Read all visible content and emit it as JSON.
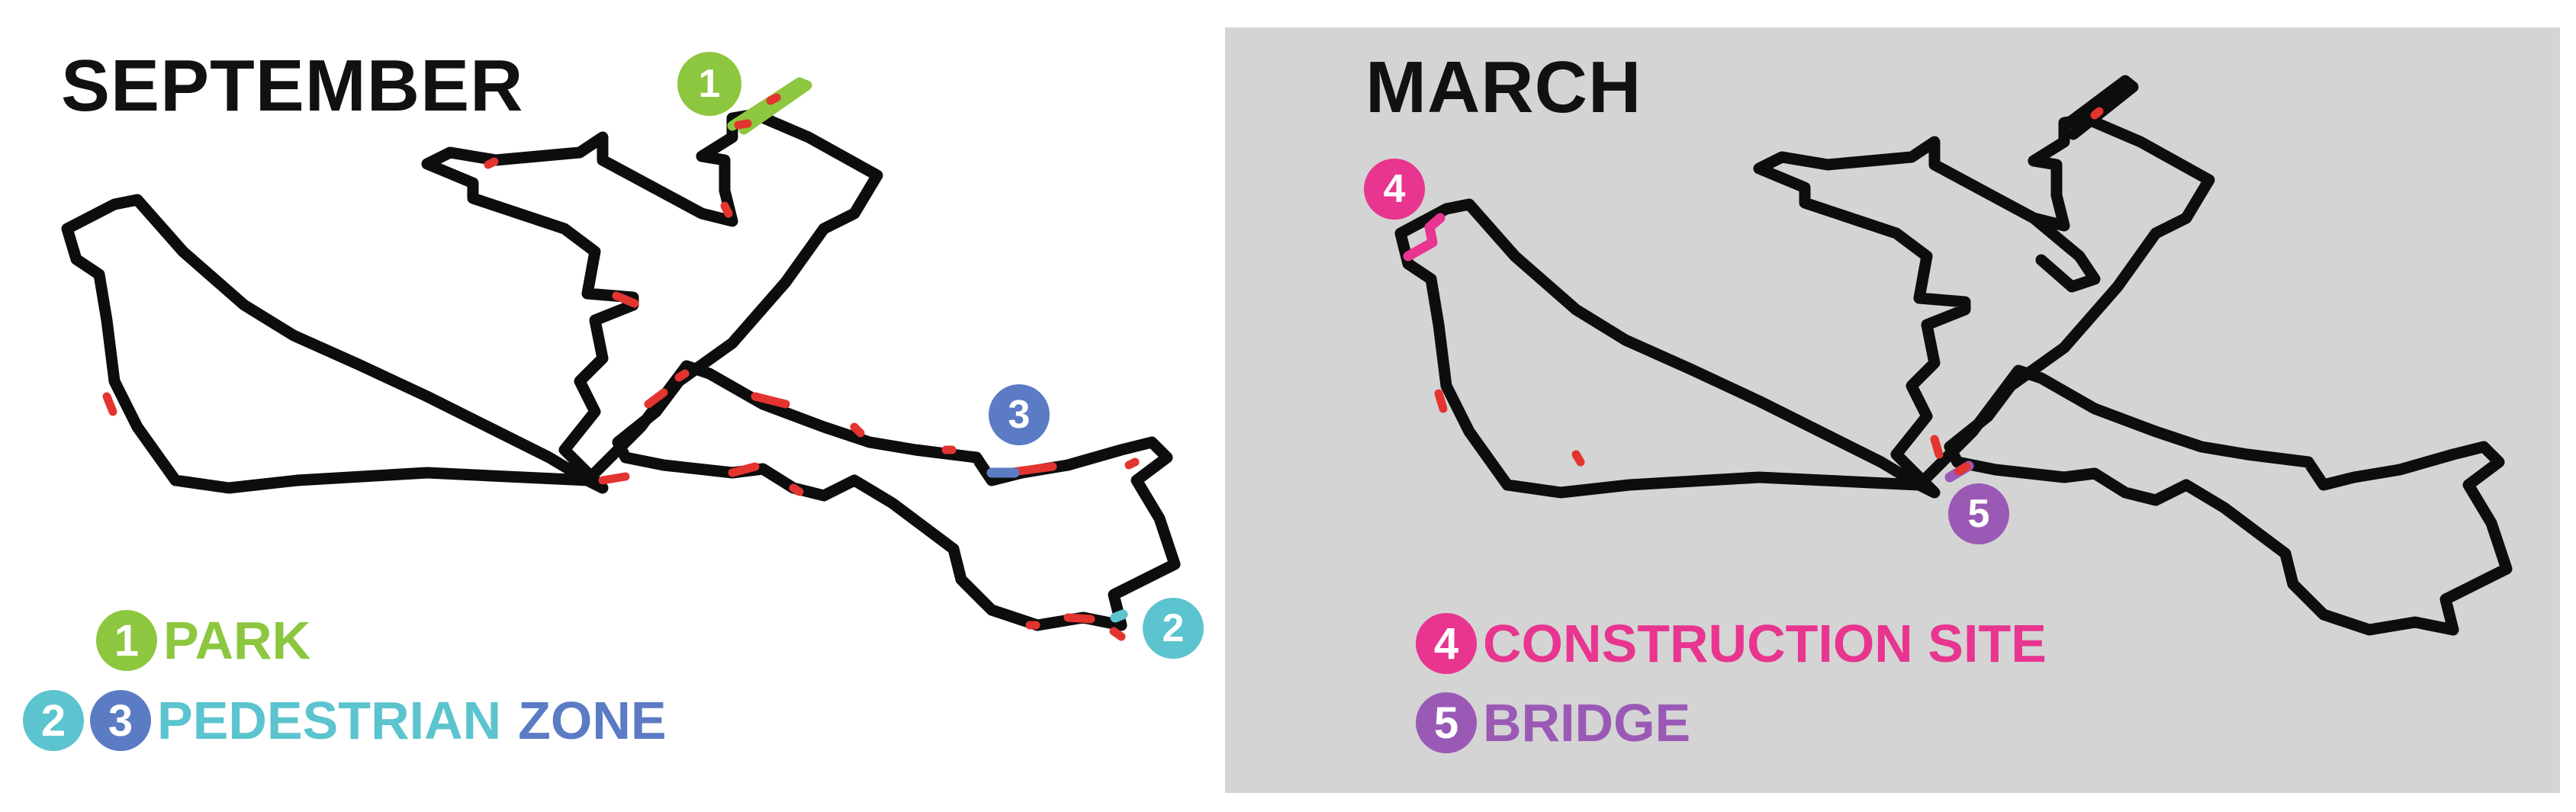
{
  "panels": {
    "september": {
      "title": "SEPTEMBER",
      "markers": [
        {
          "label": "1",
          "color": "#8dc63f"
        },
        {
          "label": "2",
          "color": "#5bc4cf"
        },
        {
          "label": "3",
          "color": "#5b7cc4"
        }
      ],
      "legend": {
        "park": {
          "number": "1",
          "text": "PARK",
          "color": "#8dc63f"
        },
        "pedestrian": {
          "number_a": "2",
          "color_a": "#5bc4cf",
          "number_b": "3",
          "color_b": "#5b7cc4",
          "text_1": "PEDESTRIAN",
          "text_2": "ZONE"
        }
      }
    },
    "march": {
      "title": "MARCH",
      "background": "#d4d4d4",
      "markers": [
        {
          "label": "4",
          "color": "#e8358f"
        },
        {
          "label": "5",
          "color": "#9b59b6"
        }
      ],
      "legend": {
        "construction": {
          "number": "4",
          "text": "CONSTRUCTION SITE",
          "color": "#e8358f"
        },
        "bridge": {
          "number": "5",
          "text": "BRIDGE",
          "color": "#9b59b6"
        }
      }
    }
  },
  "colors": {
    "route": "#0d0d0d",
    "anomaly": "#e3342f"
  }
}
